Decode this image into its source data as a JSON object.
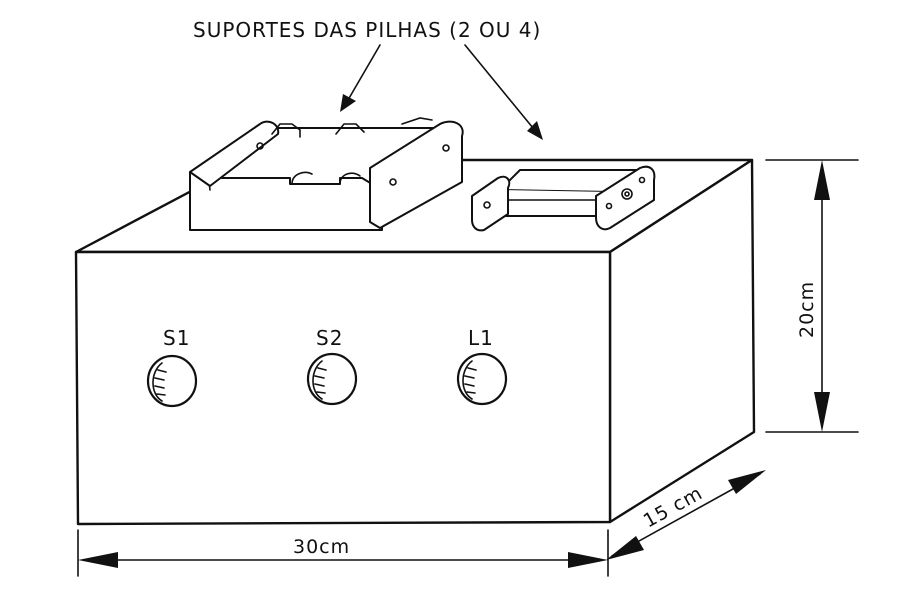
{
  "caption": "SUPORTES DAS PILHAS (2 OU 4)",
  "holes": [
    {
      "label": "S1"
    },
    {
      "label": "S2"
    },
    {
      "label": "L1"
    }
  ],
  "dimensions": {
    "width": "30cm",
    "depth": "15 cm",
    "height": "20cm"
  }
}
